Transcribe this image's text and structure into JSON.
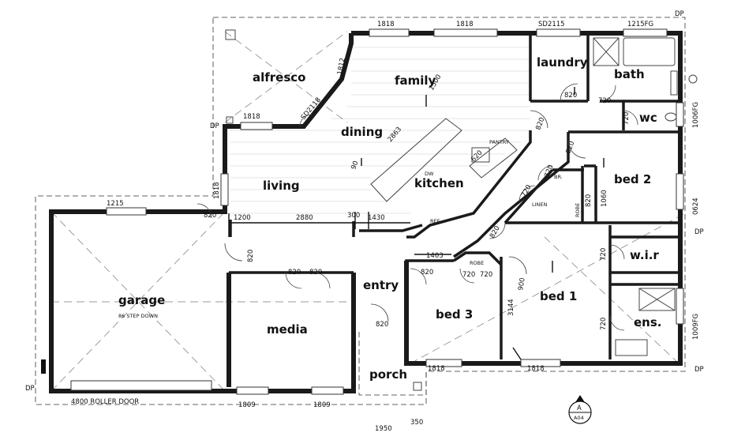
{
  "rooms": {
    "alfresco": "alfresco",
    "family": "family",
    "laundry": "laundry",
    "bath": "bath",
    "wc": "wc",
    "dining": "dining",
    "kitchen": "kitchen",
    "living": "living",
    "bed2": "bed 2",
    "wir": "w.i.r",
    "garage": "garage",
    "media": "media",
    "entry": "entry",
    "bed3": "bed 3",
    "bed1": "bed 1",
    "ens": "ens.",
    "porch": "porch"
  },
  "notes": {
    "garage_step": "86 STEP DOWN",
    "roller_door": "4800 ROLLER DOOR",
    "pantry": "PANTRY",
    "dw": "DW",
    "ref": "REF.",
    "linen": "LINEN",
    "br": "BR.",
    "robe_bed2": "ROBE",
    "robe_bed3": "ROBE",
    "section_letter": "A",
    "section_sheet": "A04"
  },
  "dimensions": {
    "w_family_1": "1818",
    "w_family_2": "1818",
    "sd_laundry": "SD2115",
    "fg_bath": "1215FG",
    "w_alfresco": "1812",
    "sd_alfresco": "SD2118",
    "w_living_top": "1818",
    "w_living_side": "1818",
    "w_garage": "1215",
    "d_living": "820",
    "dim_1200": "1200",
    "dim_2880": "2880",
    "dim_300": "300",
    "dim_1430": "1430",
    "d_laundry": "820",
    "d_bath": "720",
    "d_wc": "720",
    "fg_wc": "1006FG",
    "d_family": "820",
    "d_bed2": "820",
    "d_br": "720",
    "d_linen": "720",
    "d_robe_bed2": "820",
    "dim_1060": "1060",
    "w_bed2": "0624",
    "d_bed1": "820",
    "d_wir": "720",
    "d_ens": "720",
    "fg_ens": "1009FG",
    "dim_1403": "1403",
    "d_bed3": "820",
    "d_robe_a": "720",
    "d_robe_b": "720",
    "dim_3144": "3144",
    "dim_bed1": "900",
    "d_media_1": "820",
    "d_media_2": "820",
    "d_garage": "820",
    "d_entry": "820",
    "w_media_1": "1809",
    "w_media_2": "1809",
    "w_bed3": "1818",
    "w_bed1": "1818",
    "dim_1950": "1950",
    "dim_350": "350",
    "dim_620": "620",
    "dim_90": "90",
    "dim_2863": "2863",
    "dim_1500": "1500",
    "dp_top": "DP",
    "dp_left": "DP",
    "dp_right": "DP",
    "dp_br": "DP",
    "dp_bl": "DP"
  }
}
